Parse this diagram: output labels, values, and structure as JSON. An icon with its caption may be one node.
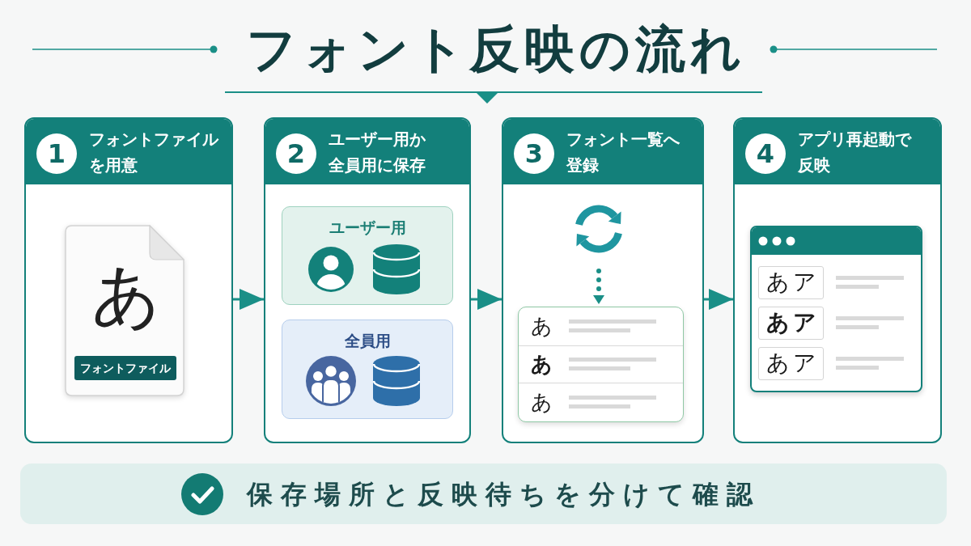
{
  "diagram": {
    "title": "フォント反映の流れ",
    "nodes": [
      {
        "text": [
          "1",
          "フォントファイルを用意"
        ]
      },
      {
        "text": [
          "あ",
          "フォントファイル"
        ],
        "in": 0
      },
      {
        "text": [
          "2",
          "ユーザー用か全員用に保存"
        ]
      },
      {
        "text": [
          "ユーザー用"
        ],
        "in": 2
      },
      {
        "text": [
          "全員用"
        ],
        "in": 2
      },
      {
        "text": [
          "3",
          "フォント一覧へ登録"
        ]
      },
      {
        "text": [],
        "shape": "picture",
        "in": 5
      },
      {
        "text": [
          "あ",
          "あ",
          "あ"
        ],
        "in": 5
      },
      {
        "text": [
          "4",
          "アプリ再起動で反映"
        ]
      },
      {
        "text": [
          "あア",
          "あア",
          "あア"
        ],
        "in": 8
      },
      {
        "text": [
          "保存場所と反映待ちを分けて確認"
        ]
      }
    ],
    "edges": [
      {
        "from": 0,
        "to": 2,
        "arrow": "to"
      },
      {
        "from": 2,
        "to": 5,
        "arrow": "to"
      },
      {
        "from": 5,
        "to": 8,
        "arrow": "to"
      },
      {
        "from": 6,
        "to": 7,
        "arrow": "to",
        "style": "dashed"
      }
    ]
  }
}
